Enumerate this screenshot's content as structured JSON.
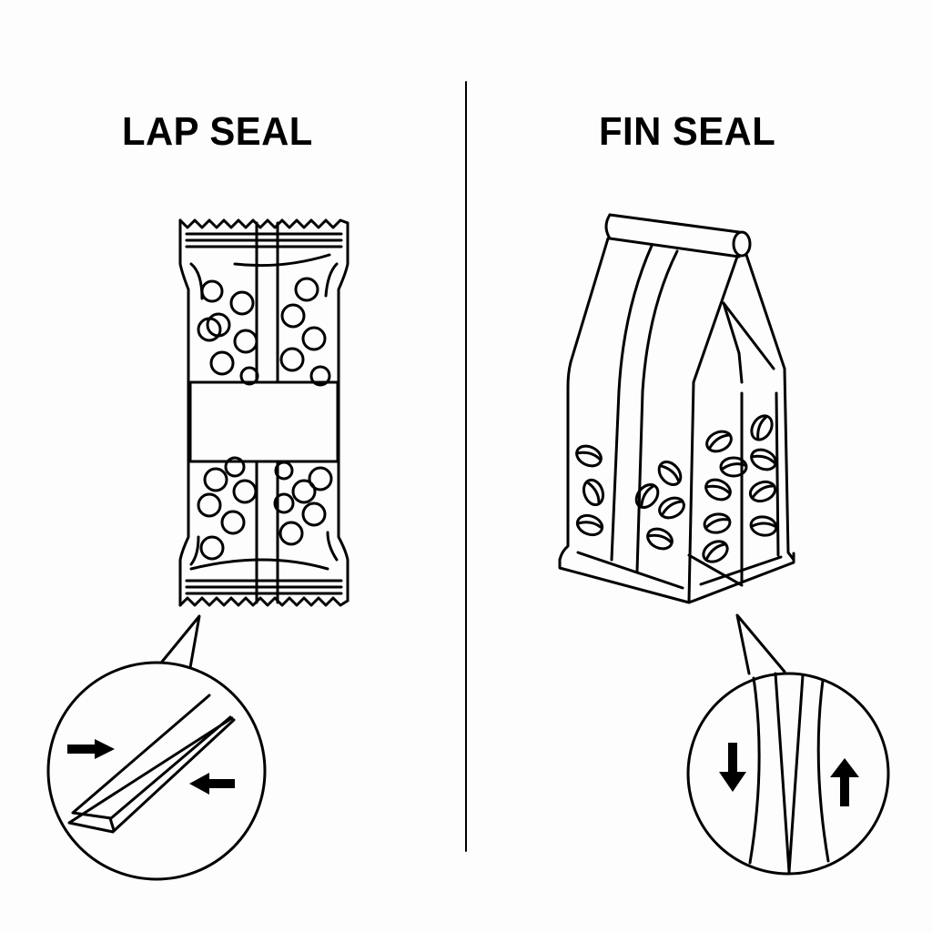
{
  "diagram": {
    "left_panel": {
      "title": "LAP SEAL",
      "package": "wrapper-with-zigzag-ends",
      "detail_callout": {
        "description": "overlapping layers pressed together",
        "arrows": [
          "right",
          "left"
        ]
      }
    },
    "right_panel": {
      "title": "FIN SEAL",
      "package": "coffee-bag-with-beans",
      "detail_callout": {
        "description": "fin edges pressed together",
        "arrows": [
          "down",
          "up"
        ]
      }
    },
    "divider": "vertical-line",
    "colors": {
      "stroke": "#000000",
      "background": "#fdfdfd"
    }
  }
}
